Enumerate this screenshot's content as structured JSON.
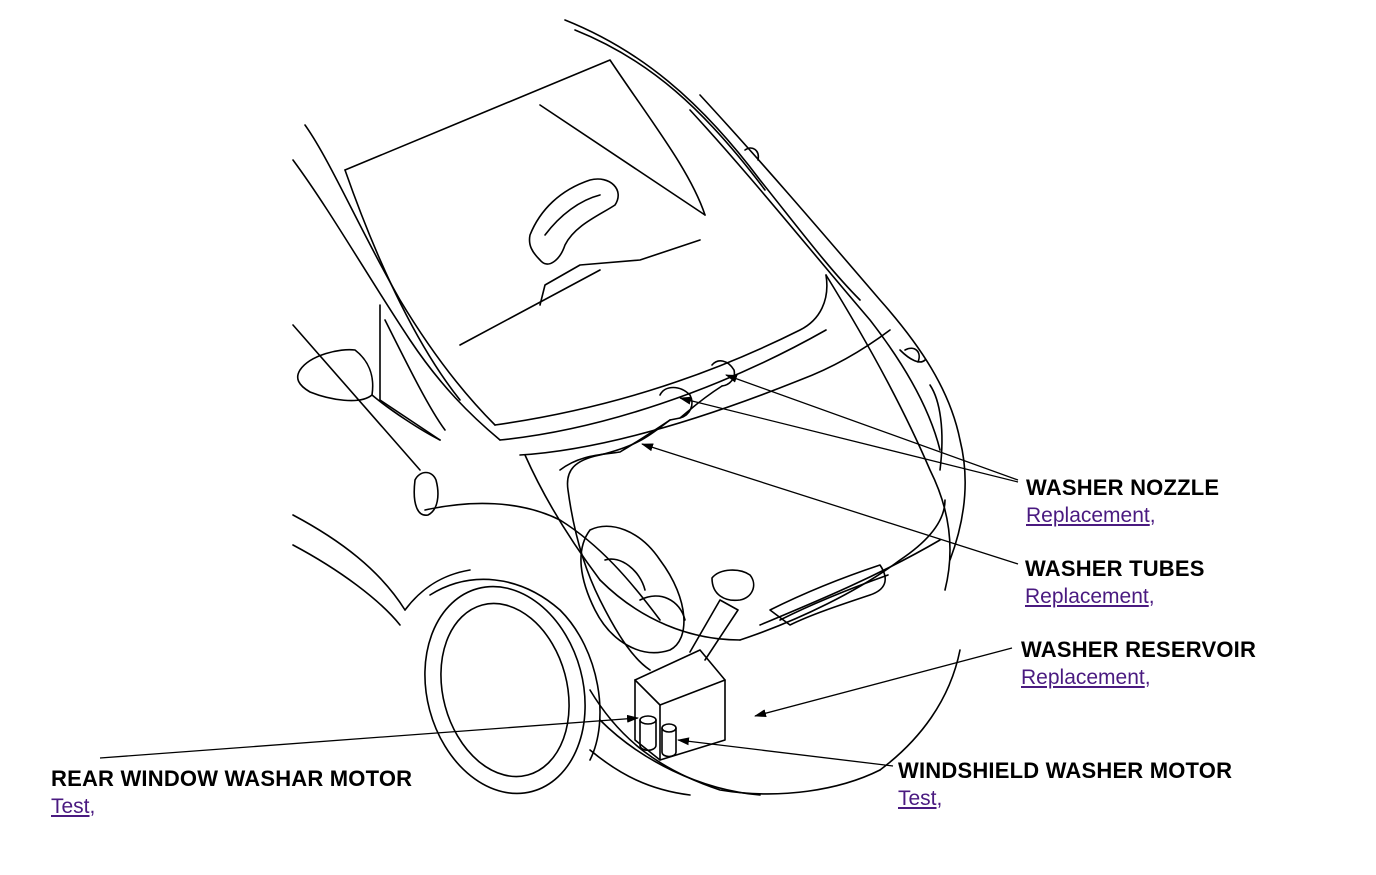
{
  "diagram": {
    "callouts": {
      "washer_nozzle": {
        "title": "WASHER NOZZLE",
        "link": "Replacement",
        "separator": ","
      },
      "washer_tubes": {
        "title": "WASHER TUBES",
        "link": "Replacement",
        "separator": ","
      },
      "washer_reservoir": {
        "title": "WASHER RESERVOIR",
        "link": "Replacement",
        "separator": ","
      },
      "windshield_washer_motor": {
        "title": "WINDSHIELD WASHER MOTOR",
        "link": "Test",
        "separator": ","
      },
      "rear_window_washar_motor": {
        "title": "REAR WINDOW WASHAR MOTOR",
        "link": "Test",
        "separator": ","
      }
    },
    "colors": {
      "line": "#000000",
      "link": "#4a1a80",
      "background": "#ffffff"
    }
  }
}
